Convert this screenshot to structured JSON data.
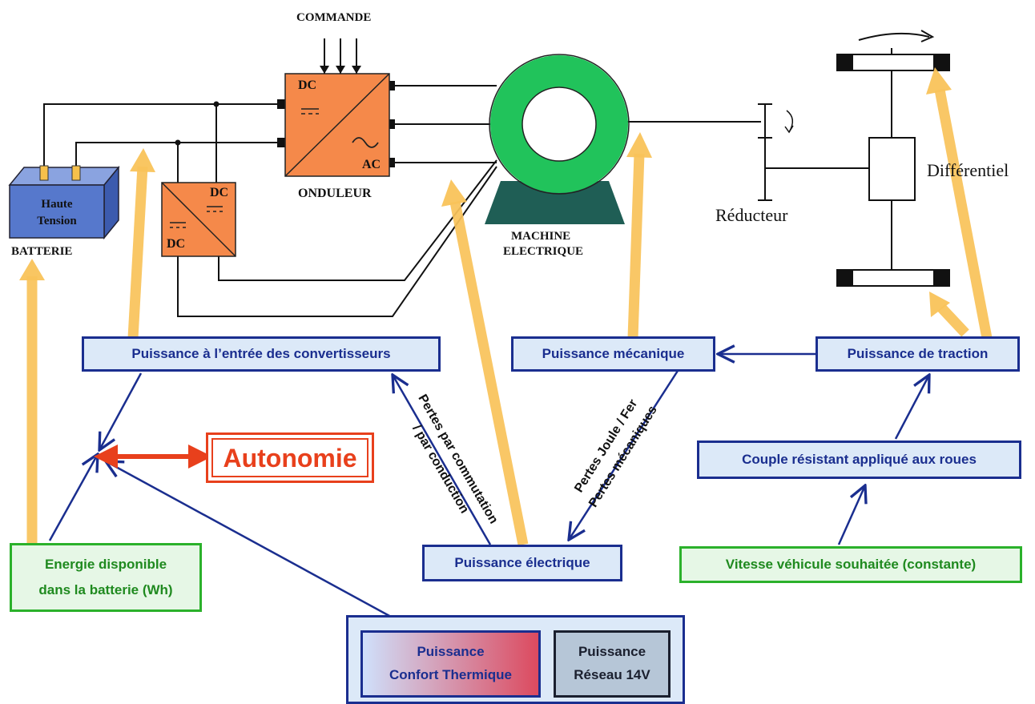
{
  "labels": {
    "commande": "COMMANDE",
    "onduleur": "ONDULEUR",
    "onduleur_dc": "DC",
    "onduleur_ac": "AC",
    "converter_dc_top": "DC",
    "converter_dc_bottom": "DC",
    "battery_line1": "Haute",
    "battery_line2": "Tension",
    "batterie": "BATTERIE",
    "machine_line1": "MACHINE",
    "machine_line2": "ELECTRIQUE",
    "reducteur": "Réducteur",
    "differentiel": "Différentiel"
  },
  "boxes": {
    "entree_convertisseurs": "Puissance à l’entrée des convertisseurs",
    "mecanique": "Puissance mécanique",
    "traction": "Puissance de traction",
    "couple": "Couple résistant appliqué aux roues",
    "vitesse": "Vitesse véhicule souhaitée (constante)",
    "electrique": "Puissance électrique",
    "energie_line1": "Energie disponible",
    "energie_line2": "dans la batterie (Wh)",
    "autonomie": "Autonomie",
    "confort_line1": "Puissance",
    "confort_line2": "Confort Thermique",
    "reseau_line1": "Puissance",
    "reseau_line2": "Réseau 14V"
  },
  "loss_labels": {
    "commutation_line1": "Pertes par commutation",
    "commutation_line2": "/ par conduction",
    "joule_line1": "Pertes Joule / Fer",
    "joule_line2": "Pertes mécaniques"
  },
  "colors": {
    "flow_arrow": "#f9c35a",
    "box_border": "#1a2e8f",
    "box_fill": "#dce9f8",
    "green_border": "#2bb12b",
    "autonomie": "#e8401c",
    "converter": "#f5894a",
    "machine_ring": "#21c35b",
    "machine_base": "#1f5e55",
    "battery": "#5678cc"
  }
}
